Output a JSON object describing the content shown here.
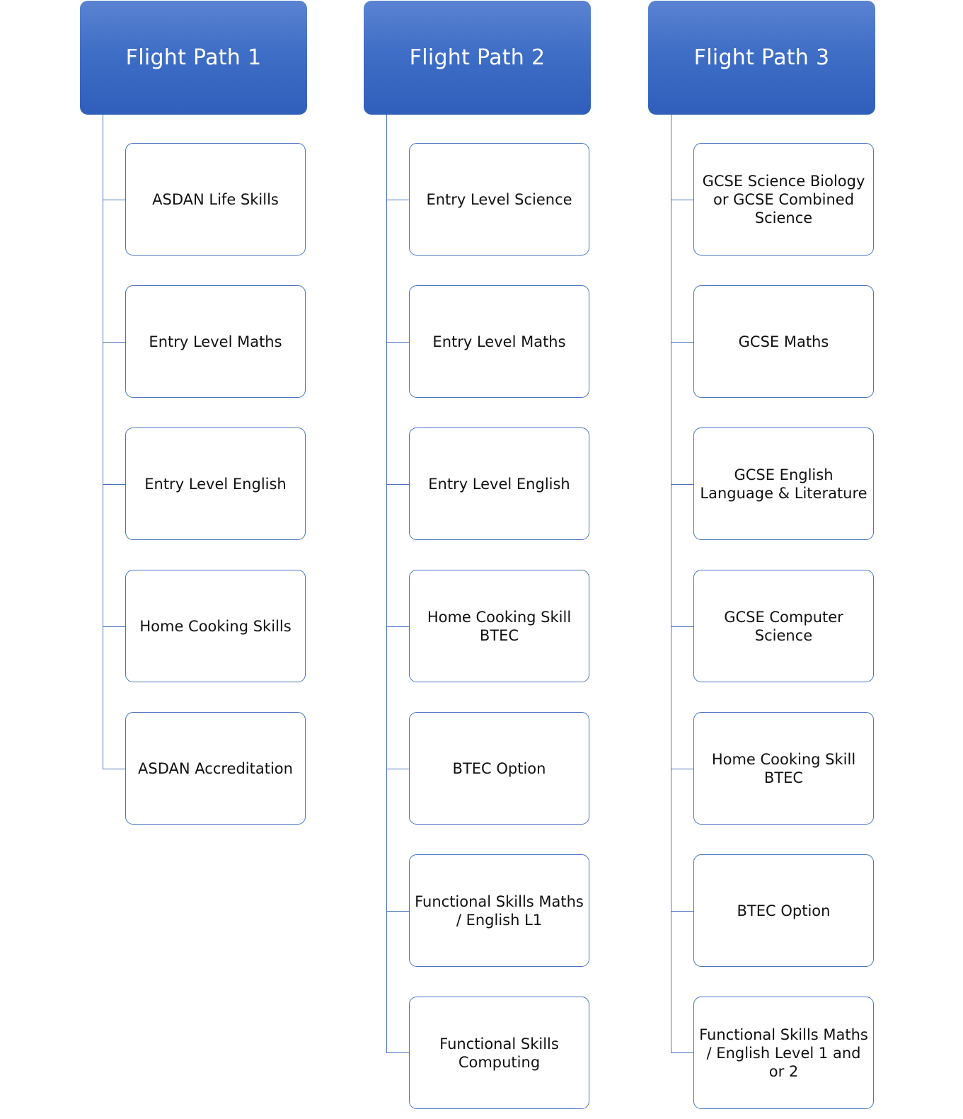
{
  "flight_paths": [
    {
      "title": "Flight Path 1",
      "items": [
        "ASDAN Life Skills",
        "Entry Level Maths",
        "Entry Level English",
        "Home Cooking Skills",
        "ASDAN Accreditation"
      ]
    },
    {
      "title": "Flight Path 2",
      "items": [
        "Entry Level Science",
        "Entry Level Maths",
        "Entry Level English",
        "Home Cooking Skill BTEC",
        "BTEC Option",
        "Functional Skills Maths / English L1",
        "Functional Skills Computing"
      ]
    },
    {
      "title": "Flight Path 3",
      "items": [
        "GCSE Science Biology or GCSE Combined Science",
        "GCSE Maths",
        "GCSE English Language & Literature",
        "GCSE Computer Science",
        "Home Cooking Skill BTEC",
        "BTEC Option",
        "Functional Skills Maths / English Level 1 and or 2"
      ]
    }
  ],
  "colors": {
    "header_top": "#5b83d2",
    "header_bottom": "#2f5fbb",
    "connector": "#4a72c4",
    "box_border": "#4a72c4"
  }
}
